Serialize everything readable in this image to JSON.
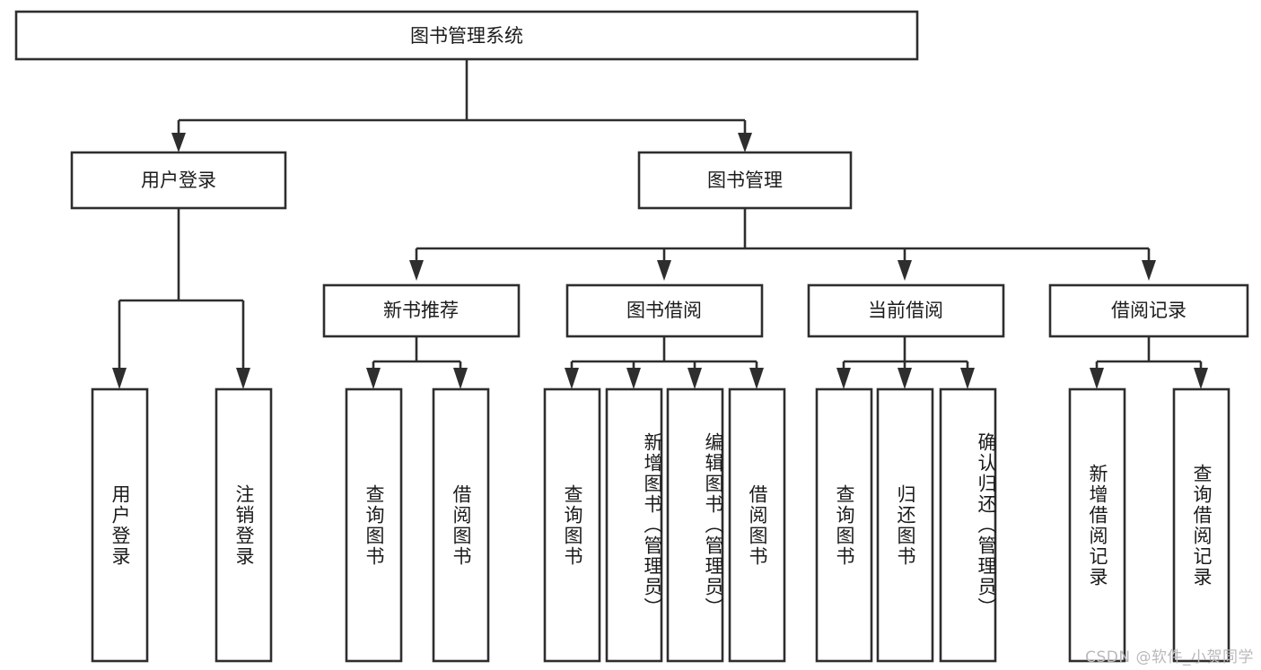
{
  "diagram": {
    "type": "tree-hierarchy",
    "title": "图书管理系统",
    "orientation": "top-down",
    "colors": {
      "box_stroke": "#2e2e2e",
      "box_fill": "#ffffff",
      "text": "#1b1b1b",
      "connector": "#2e2e2e",
      "watermark": "#b9b9b9",
      "background": "#ffffff"
    },
    "root": {
      "id": "root",
      "label": "图书管理系统",
      "orientation": "horizontal"
    },
    "level2": [
      {
        "id": "user-login",
        "label": "用户登录",
        "orientation": "horizontal"
      },
      {
        "id": "book-management",
        "label": "图书管理",
        "orientation": "horizontal"
      }
    ],
    "level3": [
      {
        "id": "new-book-recommend",
        "label": "新书推荐",
        "parent": "book-management",
        "orientation": "horizontal"
      },
      {
        "id": "book-borrow",
        "label": "图书借阅",
        "parent": "book-management",
        "orientation": "horizontal"
      },
      {
        "id": "current-borrow",
        "label": "当前借阅",
        "parent": "book-management",
        "orientation": "horizontal"
      },
      {
        "id": "borrow-record",
        "label": "借阅记录",
        "parent": "book-management",
        "orientation": "horizontal"
      }
    ],
    "leaves": [
      {
        "id": "leaf-user-login",
        "label": "用户登录",
        "parent": "user-login",
        "orientation": "vertical"
      },
      {
        "id": "leaf-logout",
        "label": "注销登录",
        "parent": "user-login",
        "orientation": "vertical"
      },
      {
        "id": "leaf-query-book-rec",
        "label": "查询图书",
        "parent": "new-book-recommend",
        "orientation": "vertical"
      },
      {
        "id": "leaf-borrow-book-rec",
        "label": "借阅图书",
        "parent": "new-book-recommend",
        "orientation": "vertical"
      },
      {
        "id": "leaf-query-book-borrow",
        "label": "查询图书",
        "parent": "book-borrow",
        "orientation": "vertical"
      },
      {
        "id": "leaf-add-book-admin",
        "label": "新增图书（管理员）",
        "parent": "book-borrow",
        "orientation": "vertical"
      },
      {
        "id": "leaf-edit-book-admin",
        "label": "编辑图书（管理员）",
        "parent": "book-borrow",
        "orientation": "vertical"
      },
      {
        "id": "leaf-borrow-book",
        "label": "借阅图书",
        "parent": "book-borrow",
        "orientation": "vertical"
      },
      {
        "id": "leaf-query-book-cur",
        "label": "查询图书",
        "parent": "current-borrow",
        "orientation": "vertical"
      },
      {
        "id": "leaf-return-book",
        "label": "归还图书",
        "parent": "current-borrow",
        "orientation": "vertical"
      },
      {
        "id": "leaf-confirm-return-admin",
        "label": "确认归还（管理员）",
        "parent": "current-borrow",
        "orientation": "vertical"
      },
      {
        "id": "leaf-add-borrow-record",
        "label": "新增借阅记录",
        "parent": "borrow-record",
        "orientation": "vertical"
      },
      {
        "id": "leaf-query-borrow-record",
        "label": "查询借阅记录",
        "parent": "borrow-record",
        "orientation": "vertical"
      }
    ],
    "watermark": "CSDN @软件_小贺同学"
  }
}
